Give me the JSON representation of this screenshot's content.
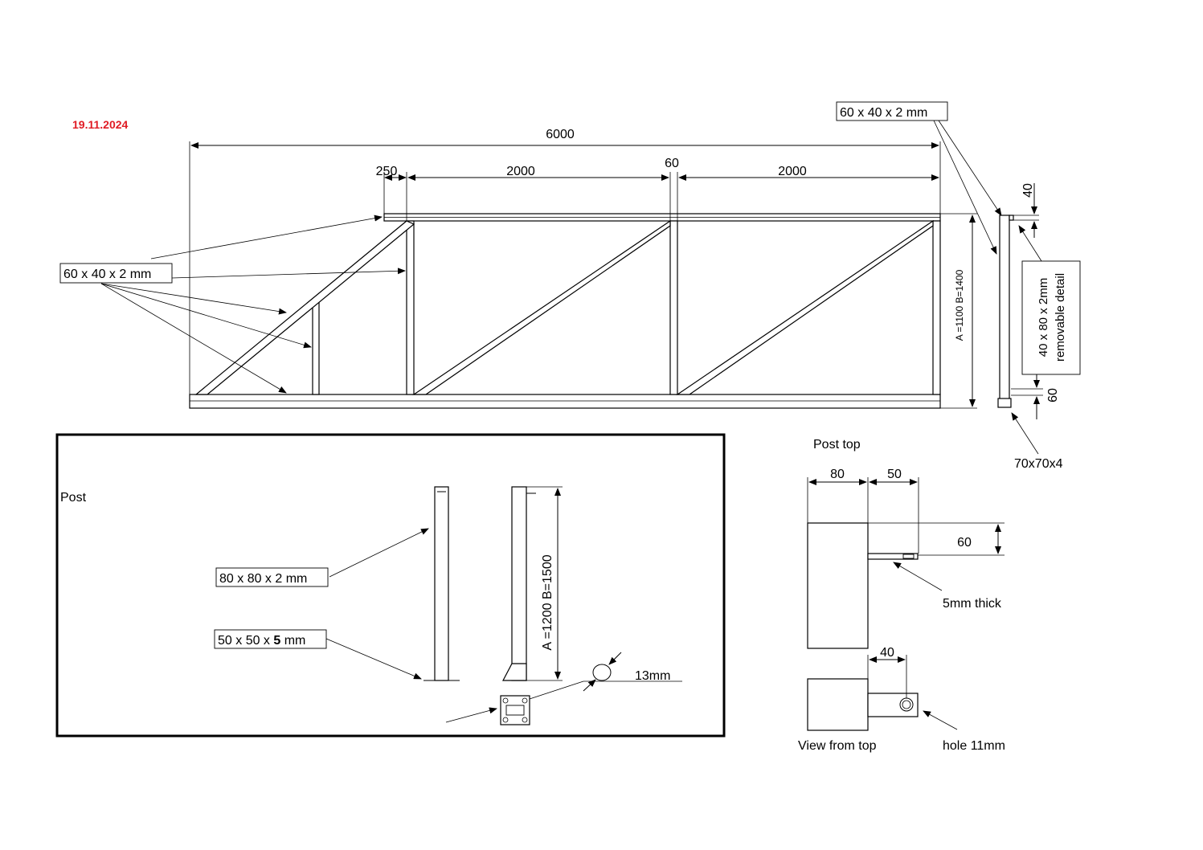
{
  "date": "19.11.2024",
  "colors": {
    "date": "#e01b24",
    "line": "#000000",
    "background": "#ffffff"
  },
  "gate": {
    "overall_length": "6000",
    "left_offset": "250",
    "panel_1_width": "2000",
    "post_gap": "60",
    "panel_2_width": "2000",
    "height_label": "A =1100  B=1400",
    "tube_label": "60 x 40 x 2 mm",
    "side_tube_label": "60 x 40 x 2 mm",
    "side_top_dim": "40",
    "side_bottom_dim": "60",
    "removable_detail_line1": "40 x 80 x 2mm",
    "removable_detail_line2": "removable detail",
    "foot_label": "70x70x4"
  },
  "post": {
    "title": "Post",
    "tube_label_prefix": "80 x 80 x 2 mm",
    "base_label_prefix": "50 x 50 x ",
    "base_label_bold": "5",
    "base_label_suffix": " mm",
    "height_label": "A =1200  B=1500",
    "hole_label": "13mm"
  },
  "post_top": {
    "title": "Post top",
    "width_dim": "80",
    "tab_dim": "50",
    "tab_height_dim": "60",
    "thickness_label": "5mm thick",
    "hole_pos_dim": "40",
    "view_label": "View from top",
    "hole_label": "hole 11mm"
  }
}
